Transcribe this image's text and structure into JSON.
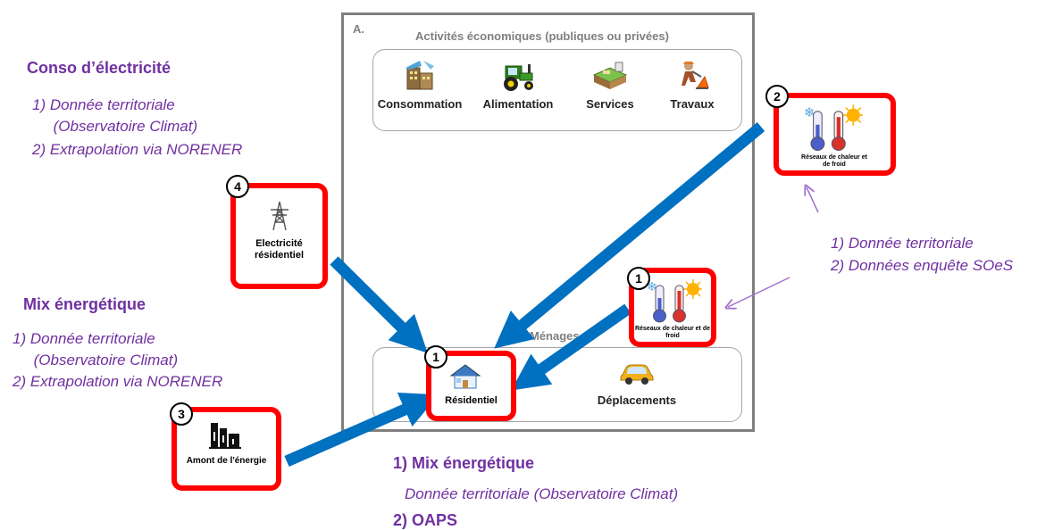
{
  "left_top": {
    "title": "Conso d’électricité",
    "items": [
      "1)  Donnée territoriale",
      "     (Observatoire Climat)",
      "2)  Extrapolation via NORENER"
    ]
  },
  "left_mid": {
    "title": "Mix énergétique",
    "items": [
      "1)  Donnée territoriale",
      "     (Observatoire Climat)",
      "2)  Extrapolation via NORENER"
    ]
  },
  "right_mid": {
    "items": [
      "1)  Donnée territoriale",
      "2)  Données enquête SOeS"
    ]
  },
  "bottom": {
    "item1_title": "1) Mix énergétique",
    "item1_text": "Donnée territoriale (Observatoire Climat)",
    "item2_title": "2) OAPS"
  },
  "main_frame": {
    "letter": "A.",
    "activities_title": "Activités économiques (publiques ou privées)",
    "activities": [
      {
        "label": "Consommation",
        "icon": "building-icon"
      },
      {
        "label": "Alimentation",
        "icon": "tractor-icon"
      },
      {
        "label": "Services",
        "icon": "desk-icon"
      },
      {
        "label": "Travaux",
        "icon": "worker-icon"
      }
    ],
    "menages_title": "Ménages",
    "menages": [
      {
        "label": "Résidentiel",
        "icon": "house-icon"
      },
      {
        "label": "Déplacements",
        "icon": "car-icon"
      }
    ]
  },
  "sources": {
    "box1_badge": "1",
    "box1_label": "Réseaux de chaleur et de froid",
    "box2_badge": "2",
    "box2_label": "Réseaux de chaleur et de froid",
    "box3_badge": "3",
    "box3_label": "Amont de l'énergie",
    "box4_badge": "4",
    "box4_label": "Electricité résidentiel",
    "res_badge": "1"
  },
  "colors": {
    "accent_purple": "#7030a0",
    "arrow_blue": "#0070c0",
    "box_red": "#ff0000",
    "frame_gray": "#7f7f7f"
  }
}
